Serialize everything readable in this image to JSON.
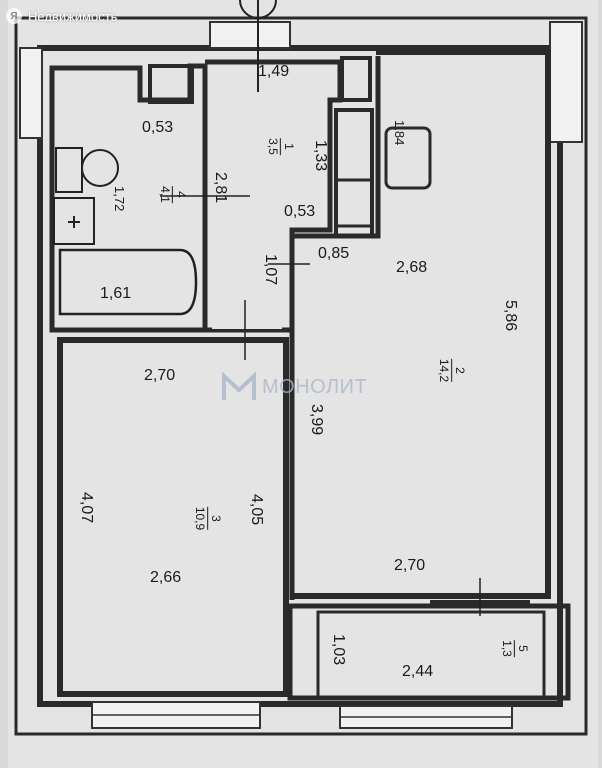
{
  "watermark": {
    "site_label": "Недвижимость",
    "logo_icon": "yandex-logo-icon"
  },
  "overlay_brand": {
    "label": "МОНОЛИТ"
  },
  "rooms": [
    {
      "id": "1",
      "area": "3,5"
    },
    {
      "id": "2",
      "area": "14,2"
    },
    {
      "id": "3",
      "area": "10,9"
    },
    {
      "id": "4",
      "area": "4,1"
    },
    {
      "id": "5",
      "area": "1,3"
    }
  ],
  "dimensions": {
    "hall_top_width": "1,49",
    "bath_top_width": "0,53",
    "hall_depth": "2,81",
    "closet_depth": "1,33",
    "closet_width": "0,53",
    "closet_step": "0,85",
    "bath_depth": "1,72",
    "tub_length": "1,61",
    "hall_lower_depth": "1,07",
    "niche_width": "1,84",
    "living_width_top": "2,68",
    "living_length": "5,86",
    "living_lower_length": "3,99",
    "living_width_bottom": "2,70",
    "kitchen_width_top": "2,70",
    "kitchen_left_length": "4,07",
    "kitchen_right_length": "4,05",
    "kitchen_width_bottom": "2,66",
    "loggia_depth": "1,03",
    "loggia_width": "2,44"
  }
}
